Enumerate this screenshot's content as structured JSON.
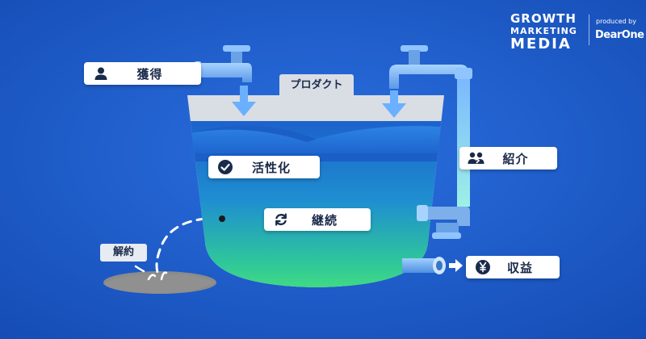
{
  "logo": {
    "line1": "GROWTH",
    "line2": "MARKETING",
    "line3": "MEDIA",
    "produced_by": "produced by",
    "company": "DearOne"
  },
  "product_label": "プロダクト",
  "labels": {
    "acquisition": {
      "text": "獲得",
      "icon": "user-icon"
    },
    "activation": {
      "text": "活性化",
      "icon": "check-circle-icon"
    },
    "retention": {
      "text": "継続",
      "icon": "refresh-icon"
    },
    "referral": {
      "text": "紹介",
      "icon": "users-icon"
    },
    "revenue": {
      "text": "収益",
      "icon": "yen-icon"
    },
    "churn": {
      "text": "解約"
    }
  },
  "colors": {
    "background": "#1f5fcf",
    "tank_empty": "#d9dde4",
    "water_top": "#1e63c9",
    "water_bottom": "#40e07a",
    "pipe": "#6aa8ee",
    "puddle": "#8e8e8e"
  }
}
